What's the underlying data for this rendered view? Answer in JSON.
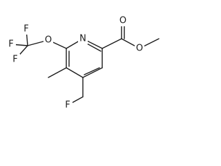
{
  "molecule": {
    "atoms": {
      "f1": "F",
      "f2": "F",
      "f3": "F",
      "o_ether": "O",
      "n_ring": "N",
      "o_carbonyl": "O",
      "o_ester": "O",
      "f_fluoromethyl": "F"
    }
  }
}
